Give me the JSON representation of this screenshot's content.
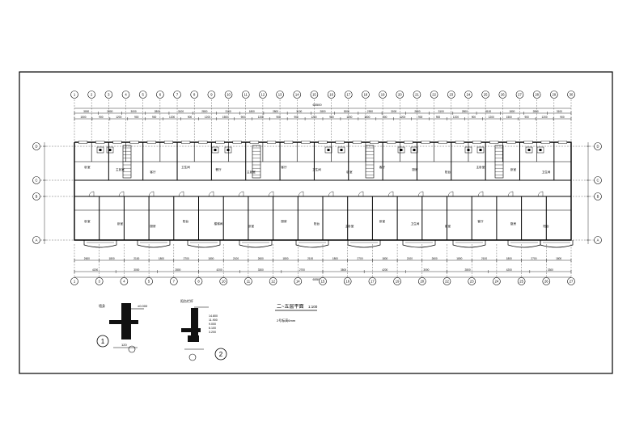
{
  "drawing": {
    "title": "二~五层平面",
    "scale": "1:100",
    "note": "2号标高6mm",
    "overall_dim": "65500"
  },
  "grid": {
    "top_axes": [
      "1",
      "2",
      "3",
      "4",
      "5",
      "6",
      "7",
      "8",
      "9",
      "10",
      "11",
      "12",
      "13",
      "14",
      "15",
      "16",
      "17",
      "18",
      "19",
      "20",
      "21",
      "22",
      "23",
      "24",
      "25",
      "26",
      "27",
      "28",
      "29",
      "30"
    ],
    "bottom_axes": [
      "1",
      "3",
      "4",
      "5",
      "7",
      "8",
      "10",
      "11",
      "12",
      "14",
      "15",
      "16",
      "17",
      "19",
      "20",
      "22",
      "23",
      "24",
      "25",
      "26",
      "27"
    ],
    "left_axes": [
      "D",
      "C",
      "B",
      "A"
    ],
    "right_axes": [
      "D",
      "C",
      "B",
      "A"
    ]
  },
  "dims": {
    "top_row1": [
      "3000",
      "2900",
      "3000",
      "2800",
      "3100",
      "2800",
      "3100",
      "1800",
      "2800",
      "3100",
      "2800",
      "3000",
      "2900",
      "3000",
      "2800",
      "3100",
      "2800",
      "3100",
      "1800",
      "2800",
      "3100"
    ],
    "top_row2": [
      "1500",
      "900",
      "1200",
      "900",
      "900",
      "1200",
      "900",
      "1200",
      "1500",
      "900",
      "1200",
      "900",
      "900",
      "1200",
      "900",
      "1200",
      "1500",
      "900",
      "1200",
      "900",
      "900",
      "1200",
      "900",
      "1200",
      "1500",
      "900",
      "1200",
      "900"
    ],
    "bottom_row1": [
      "4200",
      "3000",
      "2800",
      "4200",
      "3300",
      "2700",
      "3800",
      "4200",
      "3000",
      "2800",
      "4200",
      "3300"
    ],
    "bottom_row2": [
      "2600",
      "1800",
      "2100",
      "1800",
      "2700",
      "1800",
      "2100",
      "2600",
      "1800",
      "2100",
      "1800",
      "2700",
      "1800",
      "2100",
      "2600",
      "1800",
      "2100",
      "1800",
      "2700",
      "1800"
    ]
  },
  "rooms": {
    "labels": [
      "卧室",
      "卧室",
      "主卧室",
      "卧室",
      "客厅",
      "厨房",
      "卫生间",
      "阳台",
      "餐厅",
      "楼梯间",
      "主卧室",
      "卧室",
      "客厅",
      "厨房",
      "卫生间",
      "阳台",
      "卧室",
      "主卧室",
      "客厅",
      "卧室",
      "厨房",
      "卫生间",
      "阳台",
      "卧室",
      "主卧室",
      "客厅",
      "卧室",
      "厨房",
      "卫生间",
      "阳台"
    ]
  },
  "details": {
    "detail1": {
      "number": "1",
      "label": "墙身",
      "notes": [
        "±0.000",
        "120"
      ]
    },
    "detail2": {
      "number": "2",
      "label": "阳台栏杆",
      "notes": [
        "14.800",
        "11.900",
        "9.000",
        "6.100",
        "3.200"
      ]
    }
  }
}
